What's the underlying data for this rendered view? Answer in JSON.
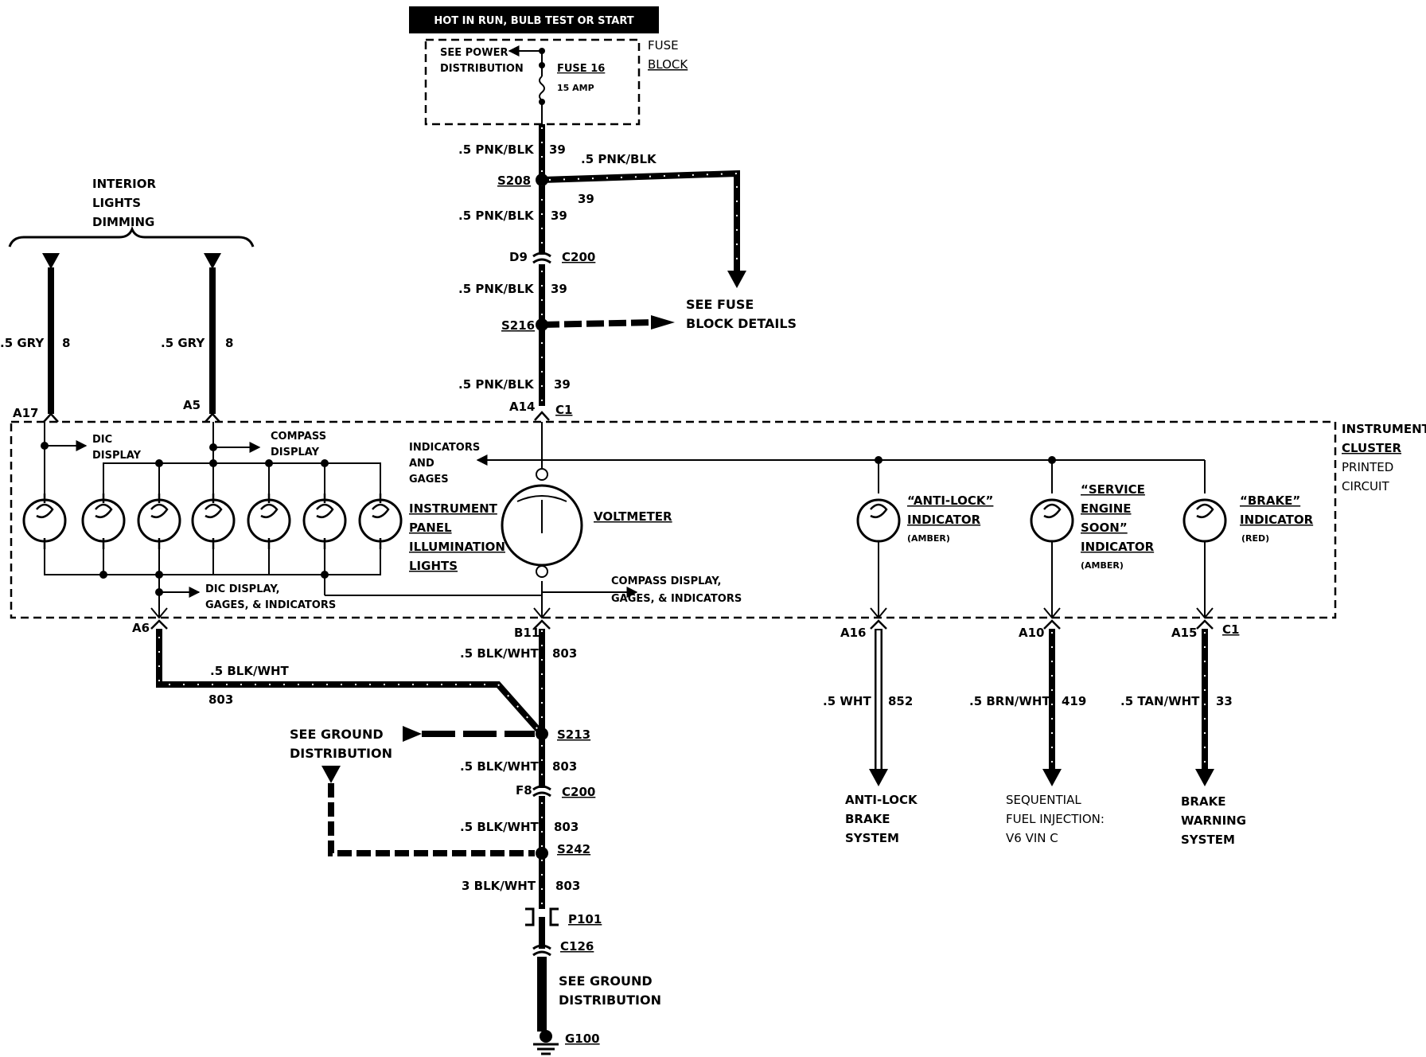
{
  "header": {
    "hot_label": "HOT IN RUN, BULB TEST OR START"
  },
  "fuse_block": {
    "see_power_line1": "SEE POWER",
    "see_power_line2": "DISTRIBUTION",
    "fuse_name": "FUSE 16",
    "fuse_amp": "15 AMP",
    "block_line1": "FUSE",
    "block_line2": "BLOCK"
  },
  "main_feed": {
    "w1_color": ".5 PNK/BLK",
    "w1_num": "39",
    "w2_color": ".5 PNK/BLK",
    "w2_num": "39",
    "w3_color": ".5 PNK/BLK",
    "w3_num": "39",
    "w4_color": ".5 PNK/BLK",
    "w4_num": "39",
    "branch_color": ".5 PNK/BLK",
    "branch_num": "39",
    "s208": "S208",
    "d9": "D9",
    "c200": "C200",
    "s216": "S216",
    "a14": "A14",
    "c1": "C1",
    "see_fuse_line1": "SEE FUSE",
    "see_fuse_line2": "BLOCK DETAILS"
  },
  "dimming": {
    "line1": "INTERIOR",
    "line2": "LIGHTS",
    "line3": "DIMMING",
    "left_color": ".5 GRY",
    "left_num": "8",
    "right_color": ".5 GRY",
    "right_num": "8",
    "a17": "A17",
    "a5": "A5"
  },
  "cluster": {
    "line1": "INSTRUMENT",
    "line2": "CLUSTER",
    "line3": "PRINTED",
    "line4": "CIRCUIT",
    "dic_line1": "DIC",
    "dic_line2": "DISPLAY",
    "compass_line1": "COMPASS",
    "compass_line2": "DISPLAY",
    "indicators_line1": "INDICATORS",
    "indicators_line2": "AND",
    "indicators_line3": "GAGES",
    "ipil_line1": "INSTRUMENT",
    "ipil_line2": "PANEL",
    "ipil_line3": "ILLUMINATION",
    "ipil_line4": "LIGHTS",
    "voltmeter": "VOLTMETER",
    "dic_gages_line1": "DIC DISPLAY,",
    "dic_gages_line2": "GAGES, & INDICATORS",
    "compass_gages_line1": "COMPASS DISPLAY,",
    "compass_gages_line2": "GAGES, & INDICATORS",
    "antilock_line1": "“ANTI-LOCK”",
    "antilock_line2": "INDICATOR",
    "antilock_color": "(AMBER)",
    "ses_line1": "“SERVICE",
    "ses_line2": "ENGINE",
    "ses_line3": "SOON”",
    "ses_line4": "INDICATOR",
    "ses_color": "(AMBER)",
    "brake_line1": "“BRAKE”",
    "brake_line2": "INDICATOR",
    "brake_color": "(RED)"
  },
  "ground": {
    "a6": "A6",
    "b11": "B11",
    "g1_color": ".5 BLK/WHT",
    "g1_num": "803",
    "g2_color": ".5 BLK/WHT",
    "g2_num": "803",
    "g3_color": ".5 BLK/WHT",
    "g3_num": "803",
    "g4_color": ".5 BLK/WHT",
    "g4_num": "803",
    "g5_color": "3 BLK/WHT",
    "g5_num": "803",
    "s213": "S213",
    "f8": "F8",
    "c200": "C200",
    "s242": "S242",
    "p101": "P101",
    "c126": "C126",
    "g100": "G100",
    "see_ground_line1": "SEE GROUND",
    "see_ground_line2": "DISTRIBUTION",
    "see_ground2_line1": "SEE GROUND",
    "see_ground2_line2": "DISTRIBUTION"
  },
  "outputs": {
    "a16": "A16",
    "a10": "A10",
    "a15": "A15",
    "c1": "C1",
    "abs_color": ".5 WHT",
    "abs_num": "852",
    "sfi_color": ".5 BRN/WHT",
    "sfi_num": "419",
    "brk_color": ".5 TAN/WHT",
    "brk_num": "33",
    "abs_line1": "ANTI-LOCK",
    "abs_line2": "BRAKE",
    "abs_line3": "SYSTEM",
    "sfi_line1": "SEQUENTIAL",
    "sfi_line2": "FUEL INJECTION:",
    "sfi_line3": "V6 VIN C",
    "brk_line1": "BRAKE",
    "brk_line2": "WARNING",
    "brk_line3": "SYSTEM"
  }
}
